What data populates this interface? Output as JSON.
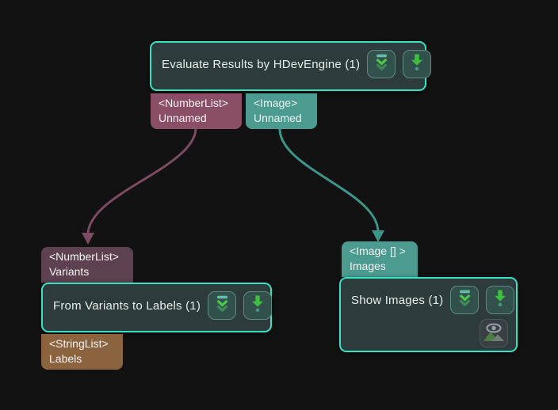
{
  "canvas": {
    "background": "#121212"
  },
  "colors": {
    "node_fill": "#2d3b3d",
    "node_border": "#36e2c4",
    "button_fill": "#33514c",
    "button_border": "#5c8b80",
    "numberlist_output_port": "#8a4e67",
    "numberlist_input_port": "#5e4150",
    "image_port": "#4b9b90",
    "stringlist_output_port": "#8c633f",
    "numberlist_edge": "#7c4a63",
    "image_edge": "#3d958a",
    "accent_green": "#3fbf3f"
  },
  "nodes": {
    "evaluate": {
      "title": "Evaluate Results by HDevEngine (1)"
    },
    "from_variants": {
      "title": "From Variants to Labels (1)"
    },
    "show_images": {
      "title": "Show Images (1)"
    }
  },
  "ports": {
    "evaluate_out_numbers": {
      "type": "<NumberList>",
      "name": "Unnamed"
    },
    "evaluate_out_image": {
      "type": "<Image>",
      "name": "Unnamed"
    },
    "variants_in": {
      "type": "<NumberList>",
      "name": "Variants"
    },
    "labels_out": {
      "type": "<StringList>",
      "name": "Labels"
    },
    "images_in": {
      "type": "<Image [] >",
      "name": "Images"
    }
  },
  "icons": {
    "expand": "double-chevron-down-icon",
    "run": "arrow-down-dot-icon",
    "preview": "image-eye-icon"
  },
  "edges": [
    {
      "from": "evaluate_out_numbers",
      "to": "variants_in",
      "color": "#7c4a63"
    },
    {
      "from": "evaluate_out_image",
      "to": "images_in",
      "color": "#3d958a"
    }
  ]
}
